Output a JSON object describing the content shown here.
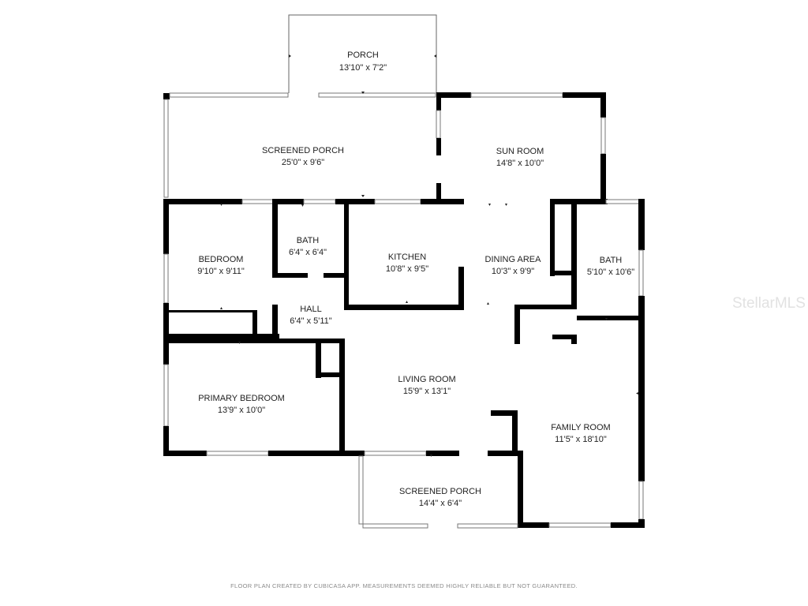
{
  "rooms": {
    "porch": {
      "name": "PORCH",
      "dims": "13'10\" x 7'2\""
    },
    "screened_porch_top": {
      "name": "SCREENED PORCH",
      "dims": "25'0\" x 9'6\""
    },
    "sun_room": {
      "name": "SUN ROOM",
      "dims": "14'8\" x 10'0\""
    },
    "bath_left": {
      "name": "BATH",
      "dims": "6'4\" x 6'4\""
    },
    "kitchen": {
      "name": "KITCHEN",
      "dims": "10'8\" x 9'5\""
    },
    "dining_area": {
      "name": "DINING AREA",
      "dims": "10'3\" x 9'9\""
    },
    "bath_right": {
      "name": "BATH",
      "dims": "5'10\" x 10'6\""
    },
    "bedroom": {
      "name": "BEDROOM",
      "dims": "9'10\" x 9'11\""
    },
    "hall": {
      "name": "HALL",
      "dims": "6'4\" x 5'11\""
    },
    "primary_bedroom": {
      "name": "PRIMARY BEDROOM",
      "dims": "13'9\" x 10'0\""
    },
    "living_room": {
      "name": "LIVING ROOM",
      "dims": "15'9\" x 13'1\""
    },
    "family_room": {
      "name": "FAMILY ROOM",
      "dims": "11'5\" x 18'10\""
    },
    "screened_porch_bottom": {
      "name": "SCREENED PORCH",
      "dims": "14'4\" x 6'4\""
    }
  },
  "watermark": "StellarMLS",
  "footer": "FLOOR PLAN CREATED BY CUBICASA APP. MEASUREMENTS DEEMED HIGHLY RELIABLE BUT NOT GUARANTEED."
}
